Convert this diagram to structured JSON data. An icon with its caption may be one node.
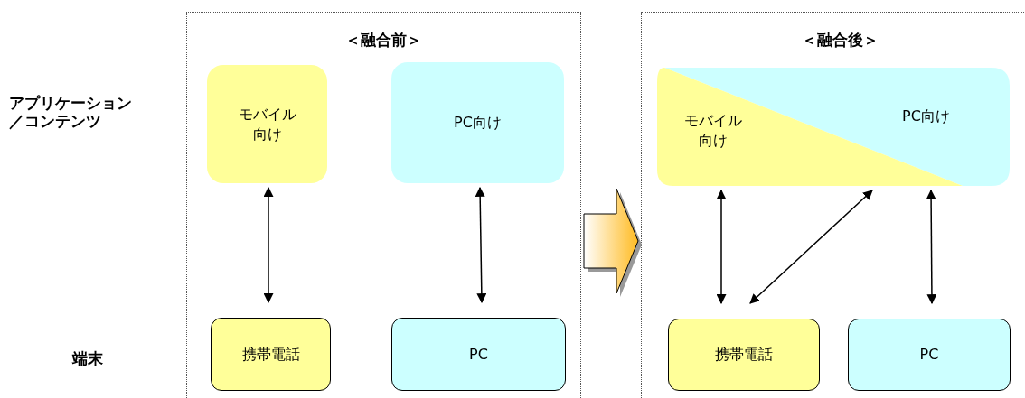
{
  "diagram": {
    "nodes": [
      {
        "text": [
          "＜融合前＞"
        ]
      },
      {
        "text": [
          "モバイル向け"
        ],
        "in": 0
      },
      {
        "text": [
          "PC向け"
        ],
        "in": 0
      },
      {
        "text": [
          "携帯電話"
        ],
        "in": 0
      },
      {
        "text": [
          "PC"
        ],
        "in": 0
      },
      {
        "text": [
          "＜融合後＞"
        ]
      },
      {
        "text": [
          "モバイル向け"
        ],
        "in": 5
      },
      {
        "text": [
          "PC向け"
        ],
        "in": 5
      },
      {
        "text": [
          "携帯電話"
        ],
        "in": 5
      },
      {
        "text": [
          "PC"
        ],
        "in": 5
      }
    ],
    "edges": [
      {
        "from": 1,
        "to": 3,
        "arrow": "both"
      },
      {
        "from": 2,
        "to": 4,
        "arrow": "both"
      },
      {
        "from": 0,
        "to": 5,
        "arrow": "to",
        "style": "thick"
      },
      {
        "from": 6,
        "to": 8,
        "arrow": "both"
      },
      {
        "from": 8,
        "to": 7,
        "arrow": "both"
      },
      {
        "from": 7,
        "to": 9,
        "arrow": "both"
      }
    ],
    "labels": [
      "アプリケーション／コンテンツ",
      "端末"
    ]
  }
}
